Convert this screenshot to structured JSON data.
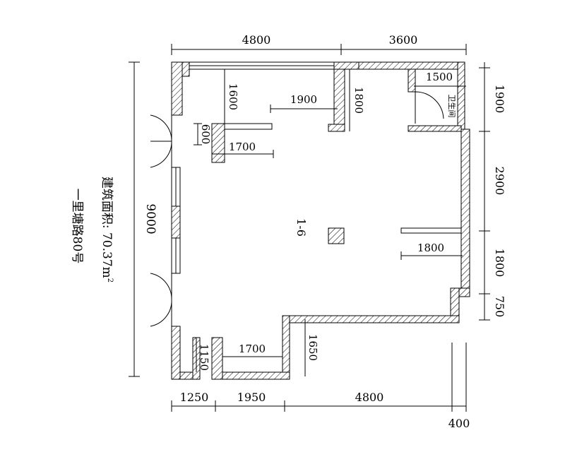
{
  "dimensions": {
    "top_left": "4800",
    "top_right": "3600",
    "left_total": "9000",
    "right_1": "1900",
    "right_2": "2900",
    "right_3": "1800",
    "right_4": "750",
    "bottom_1": "1250",
    "bottom_2": "1950",
    "bottom_3": "4800",
    "bottom_offset": "400",
    "inner_1600": "1600",
    "inner_1900": "1900",
    "inner_1800_col": "1800",
    "inner_1500": "1500",
    "inner_600": "600",
    "inner_1700_top": "1700",
    "inner_1800_right": "1800",
    "inner_1150": "1150",
    "inner_1700_bottom": "1700",
    "inner_1650": "1650"
  },
  "labels": {
    "room_id": "1-6",
    "restroom": "卫生间",
    "area": "建筑面积: 70.37m",
    "area_sup": "2",
    "address": "一里塘路80号"
  }
}
